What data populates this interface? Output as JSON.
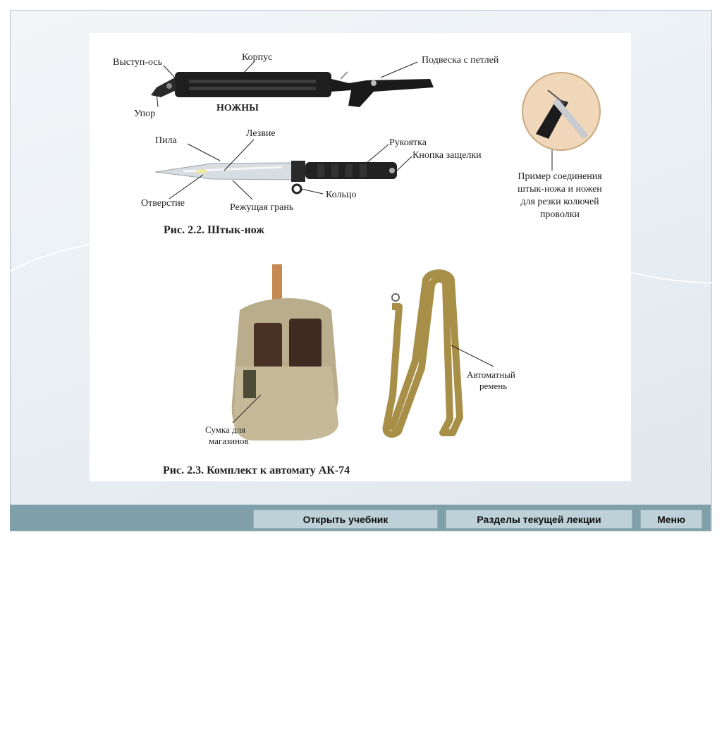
{
  "figure1": {
    "labels": {
      "vystup_os": "Выступ-ось",
      "korpus": "Корпус",
      "podveska": "Подвеска с петлей",
      "upor": "Упор",
      "nozhny": "НОЖНЫ",
      "pila": "Пила",
      "lezvie": "Лезвие",
      "rukoyatka": "Рукоятка",
      "knopka": "Кнопка защелки",
      "otverstie": "Отверстие",
      "kolco": "Кольцо",
      "rezhuschaya": "Режущая грань"
    },
    "caption": "Рис. 2.2. Штык-нож",
    "example": {
      "line1": "Пример соединения",
      "line2": "штык-ножа и ножен",
      "line3": "для резки колючей",
      "line4": "проволки"
    }
  },
  "figure2": {
    "labels": {
      "sumka1": "Сумка для",
      "sumka2": "магазинов",
      "remen1": "Автоматный",
      "remen2": "ремень"
    },
    "caption": "Рис. 2.3. Комплект к автомату АК-74"
  },
  "nav": {
    "open_textbook": "Открыть учебник",
    "sections": "Разделы текущей лекции",
    "menu": "Меню"
  }
}
